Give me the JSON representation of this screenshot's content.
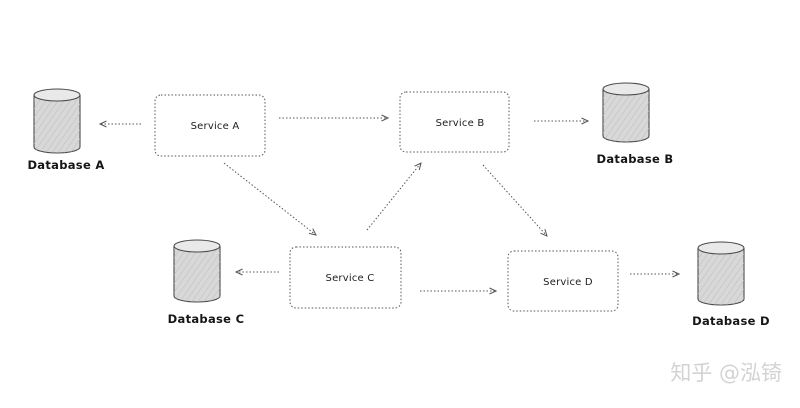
{
  "diagram": {
    "services": {
      "a": "Service A",
      "b": "Service B",
      "c": "Service C",
      "d": "Service D"
    },
    "databases": {
      "a": "Database A",
      "b": "Database B",
      "c": "Database C",
      "d": "Database D"
    },
    "edges": [
      {
        "from": "Service A",
        "to": "Database A"
      },
      {
        "from": "Service A",
        "to": "Service B"
      },
      {
        "from": "Service A",
        "to": "Service C"
      },
      {
        "from": "Service B",
        "to": "Database B"
      },
      {
        "from": "Service B",
        "to": "Service D"
      },
      {
        "from": "Service C",
        "to": "Service B"
      },
      {
        "from": "Service C",
        "to": "Database C"
      },
      {
        "from": "Service C",
        "to": "Service D"
      },
      {
        "from": "Service D",
        "to": "Database D"
      }
    ],
    "colors": {
      "stroke": "#555555",
      "db_fill": "#d9d9d9",
      "db_top": "#e6e6e6",
      "text": "#1c1c1c"
    }
  },
  "watermark": {
    "text": "知乎 @泓锜"
  }
}
